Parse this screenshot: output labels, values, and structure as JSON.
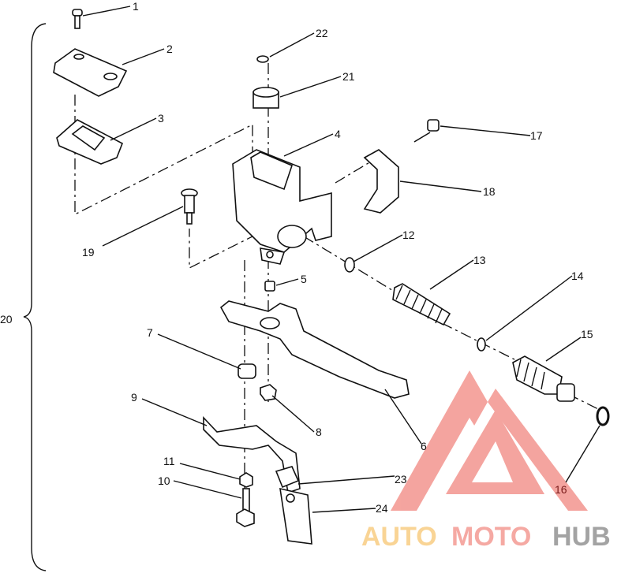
{
  "diagram": {
    "labels": [
      "1",
      "2",
      "3",
      "4",
      "5",
      "6",
      "7",
      "8",
      "9",
      "10",
      "11",
      "12",
      "13",
      "14",
      "15",
      "16",
      "17",
      "18",
      "19",
      "20",
      "21",
      "22",
      "23",
      "24"
    ]
  },
  "watermark": {
    "part1": "AUTO",
    "part2": "MOTO",
    "part3": "HUB",
    "colors": {
      "logo": "#f4a09a",
      "auto": "#f9d08a",
      "moto": "#f4a09a",
      "hub": "#9a9a9a"
    }
  }
}
